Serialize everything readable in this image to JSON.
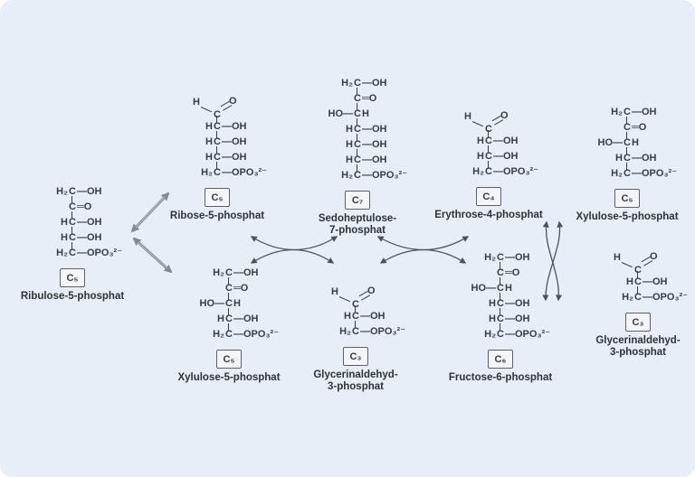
{
  "colors": {
    "card_background": "#e8eef7",
    "structure_text": "#383c42",
    "label_text": "#2e3237",
    "box_border": "#5c6167",
    "box_fill": "#f3f7fb",
    "thin_arrow": "#4d5257",
    "thick_arrow": "#7f8893"
  },
  "molecules": [
    {
      "id": "ribulose-5-phosphat",
      "name_lines": [
        "Ribulose-5-phosphat"
      ],
      "carbon_count_box": "C₅",
      "rows": [
        {
          "type": "chain",
          "left": "H₂",
          "carbon": "C",
          "right": "—OH"
        },
        {
          "type": "chain",
          "left": "",
          "carbon": "C",
          "right": "═O"
        },
        {
          "type": "chain",
          "left": "H",
          "carbon": "C",
          "right": "—OH"
        },
        {
          "type": "chain",
          "left": "H",
          "carbon": "C",
          "right": "—OH"
        },
        {
          "type": "chain",
          "left": "H₂",
          "carbon": "C",
          "right": "—OPO₃²⁻"
        }
      ]
    },
    {
      "id": "ribose-5-phosphat",
      "name_lines": [
        "Ribose-5-phosphat"
      ],
      "carbon_count_box": "C₅",
      "rows": [
        {
          "type": "aldehyde",
          "h": "H",
          "carbon": "C",
          "o": "O"
        },
        {
          "type": "chain",
          "left": "H",
          "carbon": "C",
          "right": "—OH"
        },
        {
          "type": "chain",
          "left": "H",
          "carbon": "C",
          "right": "—OH"
        },
        {
          "type": "chain",
          "left": "H",
          "carbon": "C",
          "right": "—OH"
        },
        {
          "type": "chain",
          "left": "H₂",
          "carbon": "C",
          "right": "—OPO₃²⁻"
        }
      ]
    },
    {
      "id": "sedoheptulose-7-phosphat",
      "name_lines": [
        "Sedoheptulose-",
        "7-phosphat"
      ],
      "carbon_count_box": "C₇",
      "rows": [
        {
          "type": "chain",
          "left": "H₂",
          "carbon": "C",
          "right": "—OH"
        },
        {
          "type": "chain",
          "left": "",
          "carbon": "C",
          "right": "═O"
        },
        {
          "type": "chain",
          "left": "HO—",
          "carbon": "C",
          "right": "H"
        },
        {
          "type": "chain",
          "left": "H",
          "carbon": "C",
          "right": "—OH"
        },
        {
          "type": "chain",
          "left": "H",
          "carbon": "C",
          "right": "—OH"
        },
        {
          "type": "chain",
          "left": "H",
          "carbon": "C",
          "right": "—OH"
        },
        {
          "type": "chain",
          "left": "H₂",
          "carbon": "C",
          "right": "—OPO₃²⁻"
        }
      ]
    },
    {
      "id": "erythrose-4-phosphat",
      "name_lines": [
        "Erythrose-4-phosphat"
      ],
      "carbon_count_box": "C₄",
      "rows": [
        {
          "type": "aldehyde",
          "h": "H",
          "carbon": "C",
          "o": "O"
        },
        {
          "type": "chain",
          "left": "H",
          "carbon": "C",
          "right": "—OH"
        },
        {
          "type": "chain",
          "left": "H",
          "carbon": "C",
          "right": "—OH"
        },
        {
          "type": "chain",
          "left": "H₂",
          "carbon": "C",
          "right": "—OPO₃²⁻"
        }
      ]
    },
    {
      "id": "xylulose-5-phosphat-upper",
      "name_lines": [
        "Xylulose-5-phosphat"
      ],
      "carbon_count_box": "C₅",
      "rows": [
        {
          "type": "chain",
          "left": "H₂",
          "carbon": "C",
          "right": "—OH"
        },
        {
          "type": "chain",
          "left": "",
          "carbon": "C",
          "right": "═O"
        },
        {
          "type": "chain",
          "left": "HO—",
          "carbon": "C",
          "right": "H"
        },
        {
          "type": "chain",
          "left": "H",
          "carbon": "C",
          "right": "—OH"
        },
        {
          "type": "chain",
          "left": "H₂",
          "carbon": "C",
          "right": "—OPO₃²⁻"
        }
      ]
    },
    {
      "id": "xylulose-5-phosphat-lower",
      "name_lines": [
        "Xylulose-5-phosphat"
      ],
      "carbon_count_box": "C₅",
      "rows": [
        {
          "type": "chain",
          "left": "H₂",
          "carbon": "C",
          "right": "—OH"
        },
        {
          "type": "chain",
          "left": "",
          "carbon": "C",
          "right": "═O"
        },
        {
          "type": "chain",
          "left": "HO—",
          "carbon": "C",
          "right": "H"
        },
        {
          "type": "chain",
          "left": "H",
          "carbon": "C",
          "right": "—OH"
        },
        {
          "type": "chain",
          "left": "H₂",
          "carbon": "C",
          "right": "—OPO₃²⁻"
        }
      ]
    },
    {
      "id": "glycerinaldehyd-3-phosphat-center",
      "name_lines": [
        "Glycerinaldehyd-",
        "3-phosphat"
      ],
      "carbon_count_box": "C₃",
      "rows": [
        {
          "type": "aldehyde",
          "h": "H",
          "carbon": "C",
          "o": "O"
        },
        {
          "type": "chain",
          "left": "H",
          "carbon": "C",
          "right": "—OH"
        },
        {
          "type": "chain",
          "left": "H₂",
          "carbon": "C",
          "right": "—OPO₃²⁻"
        }
      ]
    },
    {
      "id": "fructose-6-phosphat",
      "name_lines": [
        "Fructose-6-phosphat"
      ],
      "carbon_count_box": "C₆",
      "rows": [
        {
          "type": "chain",
          "left": "H₂",
          "carbon": "C",
          "right": "—OH"
        },
        {
          "type": "chain",
          "left": "",
          "carbon": "C",
          "right": "═O"
        },
        {
          "type": "chain",
          "left": "HO—",
          "carbon": "C",
          "right": "H"
        },
        {
          "type": "chain",
          "left": "H",
          "carbon": "C",
          "right": "—OH"
        },
        {
          "type": "chain",
          "left": "H",
          "carbon": "C",
          "right": "—OH"
        },
        {
          "type": "chain",
          "left": "H₂",
          "carbon": "C",
          "right": "—OPO₃²⁻"
        }
      ]
    },
    {
      "id": "glycerinaldehyd-3-phosphat-right",
      "name_lines": [
        "Glycerinaldehyd-",
        "3-phosphat"
      ],
      "carbon_count_box": "C₃",
      "rows": [
        {
          "type": "aldehyde",
          "h": "H",
          "carbon": "C",
          "o": "O"
        },
        {
          "type": "chain",
          "left": "H",
          "carbon": "C",
          "right": "—OH"
        },
        {
          "type": "chain",
          "left": "H₂",
          "carbon": "C",
          "right": "—OPO₃²⁻"
        }
      ]
    }
  ],
  "arrows": [
    {
      "name": "equilibrium-arrow-upper",
      "kind": "double-headed-straight"
    },
    {
      "name": "equilibrium-arrow-lower",
      "kind": "double-headed-straight"
    },
    {
      "name": "exchange-arrows-left",
      "kind": "crossing-curved-double-headed"
    },
    {
      "name": "exchange-arrows-middle",
      "kind": "crossing-curved-double-headed"
    },
    {
      "name": "exchange-arrows-right",
      "kind": "crossing-curved-double-headed"
    }
  ]
}
